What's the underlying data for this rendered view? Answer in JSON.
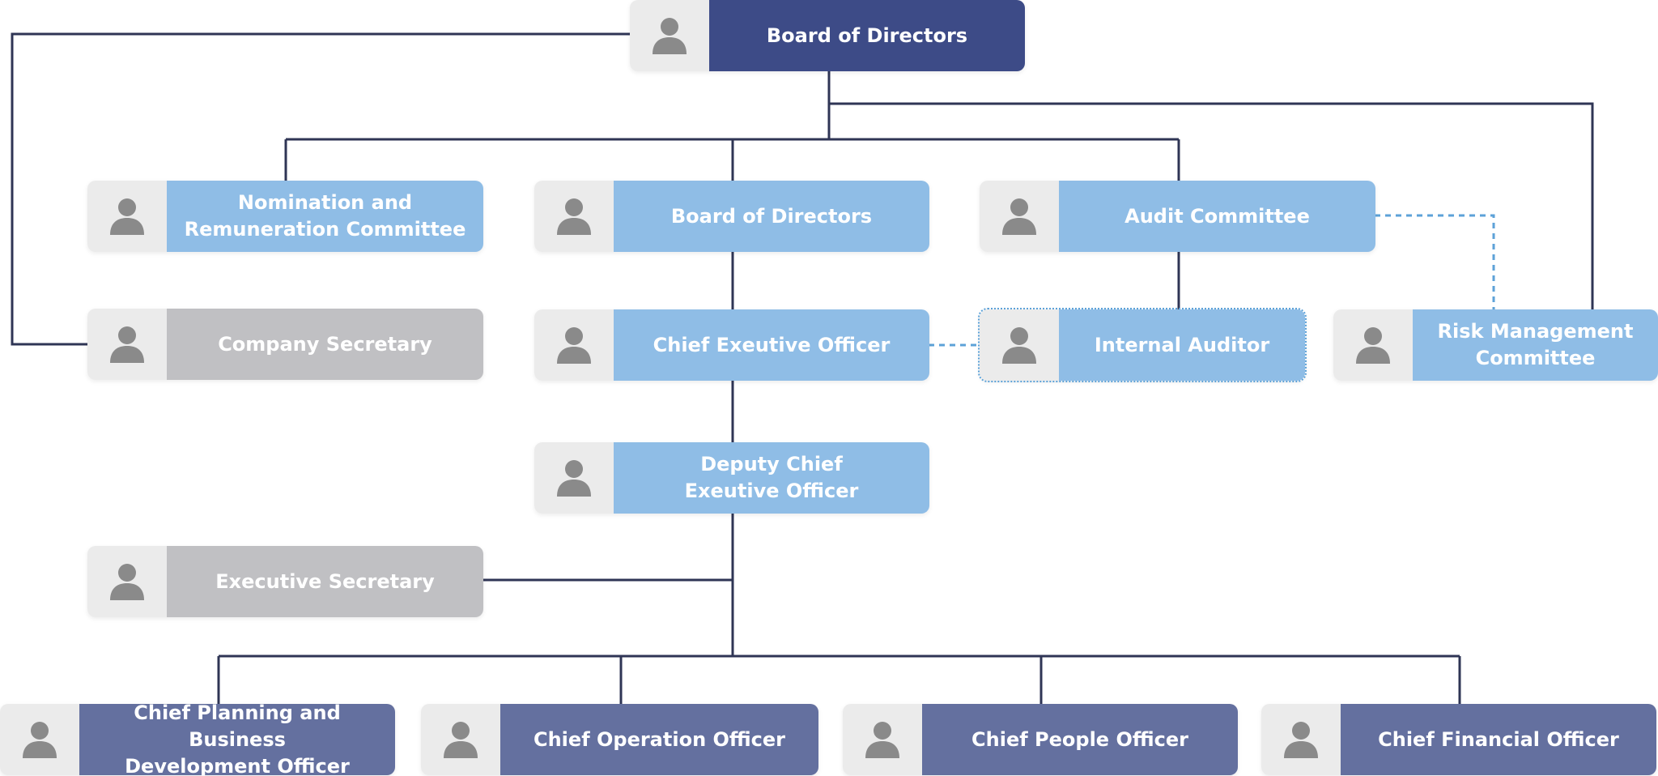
{
  "colors": {
    "connector": "#2f3555",
    "dashed": "#5da2d8",
    "top": "#3d4b87",
    "committee": "#8fbde6",
    "support": "#c0c0c3",
    "chief": "#64709f",
    "avatar_bg": "#ebebeb",
    "avatar_fg": "#8a8a8a"
  },
  "icons": {
    "person": "person-icon"
  },
  "nodes": {
    "board_top": "Board of Directors",
    "nomination": "Nomination and\nRemuneration Committee",
    "board_mid": "Board of Directors",
    "audit": "Audit Committee",
    "company_secretary": "Company Secretary",
    "ceo": "Chief Exeutive Officer",
    "internal_auditor": "Internal Auditor",
    "risk": "Risk Management\nCommittee",
    "deputy_ceo": "Deputy Chief\nExeutive Officer",
    "exec_secretary": "Executive Secretary",
    "cpbdo": "Chief  Planning and Business\nDevelopment Officer",
    "coo": "Chief Operation Officer",
    "cpo": "Chief People Officer",
    "cfo": "Chief  Financial Officer"
  }
}
